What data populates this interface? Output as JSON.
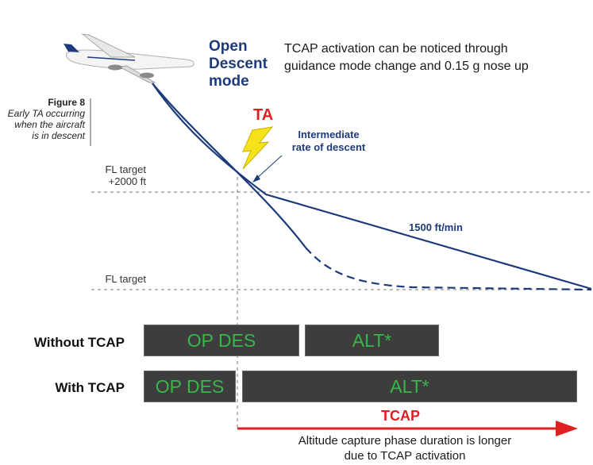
{
  "figure": {
    "number": "Figure 8",
    "caption_lines": [
      "Early TA occurring",
      "when the aircraft",
      "is in descent"
    ]
  },
  "mode_title_lines": [
    "Open",
    "Descent",
    "mode"
  ],
  "activation_lines": [
    "TCAP activation can be noticed through",
    "guidance mode change and 0.15 g nose up"
  ],
  "ta_label": "TA",
  "intermediate_lines": [
    "Intermediate",
    "rate of descent"
  ],
  "rate_label": "1500 ft/min",
  "fl_target_plus_lines": [
    "FL target",
    "+2000 ft"
  ],
  "fl_target_label": "FL target",
  "rows": {
    "without": {
      "label": "Without TCAP",
      "box1": "OP DES",
      "box2": "ALT*"
    },
    "with": {
      "label": "With TCAP",
      "box1": "OP DES",
      "box2": "ALT*"
    }
  },
  "tcap_label": "TCAP",
  "bottom_lines": [
    "Altitude capture phase duration is longer",
    "due to TCAP activation"
  ],
  "colors": {
    "navy": "#1d3a7a",
    "red": "#e02020",
    "box_fill": "#3d3d3d",
    "box_text": "#39b54a",
    "lightning": "#f5e21a"
  },
  "icons": [
    "airplane-icon",
    "lightning-icon"
  ]
}
